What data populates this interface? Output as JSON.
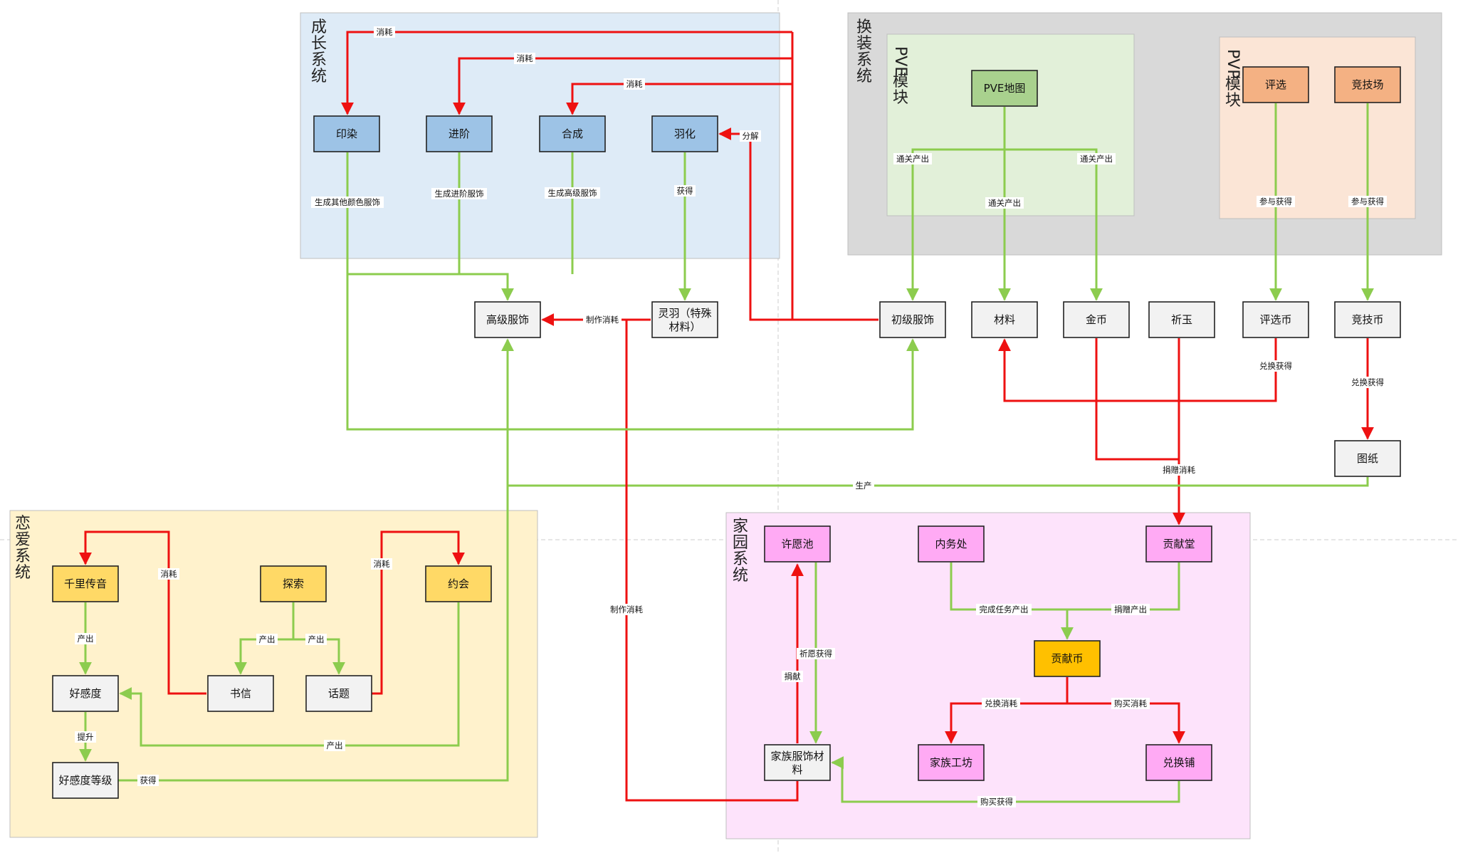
{
  "colors": {
    "red": "#ee1111",
    "green": "#8ccc4e",
    "blue_fill": "#9dc3e6",
    "orange_fill": "#f4b183",
    "green_fill": "#a9d18e",
    "yellow_fill": "#ffd966",
    "pink_fill": "#ffaaf4",
    "gold_fill": "#ffc000",
    "gray_fill": "#f2f2f2"
  },
  "groups": [
    {
      "id": "growth",
      "title": "成长系统",
      "fill": "#deebf7"
    },
    {
      "id": "dress",
      "title": "换装系统",
      "fill": "#d9d9d9"
    },
    {
      "id": "pve",
      "title": "PVE模块",
      "fill": "#e2f0d9"
    },
    {
      "id": "pvp",
      "title": "PVP模块",
      "fill": "#fbe5d6"
    },
    {
      "id": "love",
      "title": "恋爱系统",
      "fill": "#fff2cc"
    },
    {
      "id": "home",
      "title": "家园系统",
      "fill": "#fde3fb"
    }
  ],
  "nodes": [
    {
      "id": "dye",
      "label": "印染",
      "style": "blue"
    },
    {
      "id": "advance",
      "label": "进阶",
      "style": "blue"
    },
    {
      "id": "synth",
      "label": "合成",
      "style": "blue"
    },
    {
      "id": "feather",
      "label": "羽化",
      "style": "blue"
    },
    {
      "id": "pvemap",
      "label": "PVE地图",
      "style": "green"
    },
    {
      "id": "select",
      "label": "评选",
      "style": "orange"
    },
    {
      "id": "arena",
      "label": "竞技场",
      "style": "orange"
    },
    {
      "id": "advdress",
      "label": "高级服饰",
      "style": "gray"
    },
    {
      "id": "lingyu",
      "label": "灵羽（特殊",
      "label2": "材料）",
      "style": "gray"
    },
    {
      "id": "basicdress",
      "label": "初级服饰",
      "style": "gray"
    },
    {
      "id": "material",
      "label": "材料",
      "style": "gray"
    },
    {
      "id": "gold",
      "label": "金币",
      "style": "gray"
    },
    {
      "id": "qiyu",
      "label": "祈玉",
      "style": "gray"
    },
    {
      "id": "selcoin",
      "label": "评选币",
      "style": "gray"
    },
    {
      "id": "arenacoin",
      "label": "竞技币",
      "style": "gray"
    },
    {
      "id": "blueprint",
      "label": "图纸",
      "style": "gray"
    },
    {
      "id": "qianli",
      "label": "千里传音",
      "style": "yellow"
    },
    {
      "id": "explore",
      "label": "探索",
      "style": "yellow"
    },
    {
      "id": "date",
      "label": "约会",
      "style": "yellow"
    },
    {
      "id": "favor",
      "label": "好感度",
      "style": "gray"
    },
    {
      "id": "letter",
      "label": "书信",
      "style": "gray"
    },
    {
      "id": "topic",
      "label": "话题",
      "style": "gray"
    },
    {
      "id": "favorlv",
      "label": "好感度等级",
      "style": "gray"
    },
    {
      "id": "wishpool",
      "label": "许愿池",
      "style": "pink"
    },
    {
      "id": "affairs",
      "label": "内务处",
      "style": "pink"
    },
    {
      "id": "tribute",
      "label": "贡献堂",
      "style": "pink"
    },
    {
      "id": "contrib",
      "label": "贡献币",
      "style": "gold"
    },
    {
      "id": "familymat",
      "label": "家族服饰材",
      "label2": "料",
      "style": "gray"
    },
    {
      "id": "workshop",
      "label": "家族工坊",
      "style": "pink"
    },
    {
      "id": "exchange",
      "label": "兑换铺",
      "style": "pink"
    }
  ],
  "edges": [
    {
      "id": "e-consume-dye",
      "color": "red",
      "label": "消耗"
    },
    {
      "id": "e-consume-advance",
      "color": "red",
      "label": "消耗"
    },
    {
      "id": "e-consume-synth",
      "color": "red",
      "label": "消耗"
    },
    {
      "id": "e-decompose",
      "color": "red",
      "label": "分解"
    },
    {
      "id": "e-dye-out",
      "color": "green",
      "label": "生成其他颜色服饰"
    },
    {
      "id": "e-advance-out",
      "color": "green",
      "label": "生成进阶服饰"
    },
    {
      "id": "e-synth-out",
      "color": "green",
      "label": "生成高级服饰"
    },
    {
      "id": "e-feather-get",
      "color": "green",
      "label": "获得"
    },
    {
      "id": "e-craft-consume-adv",
      "color": "red",
      "label": "制作消耗"
    },
    {
      "id": "e-pve-left",
      "color": "green",
      "label": "通关产出"
    },
    {
      "id": "e-pve-right",
      "color": "green",
      "label": "通关产出"
    },
    {
      "id": "e-pve-mid",
      "color": "green",
      "label": "通关产出"
    },
    {
      "id": "e-select-join",
      "color": "green",
      "label": "参与获得"
    },
    {
      "id": "e-arena-join",
      "color": "green",
      "label": "参与获得"
    },
    {
      "id": "e-selcoin-ex",
      "color": "red",
      "label": "兑换获得"
    },
    {
      "id": "e-arenacoin-ex",
      "color": "red",
      "label": "兑换获得"
    },
    {
      "id": "e-donate-consume",
      "color": "red",
      "label": "捐赠消耗"
    },
    {
      "id": "e-produce",
      "color": "green",
      "label": "生产"
    },
    {
      "id": "e-craft-consume-fam",
      "color": "red",
      "label": "制作消耗"
    },
    {
      "id": "e-qianli-out",
      "color": "green",
      "label": "产出"
    },
    {
      "id": "e-letter-consume",
      "color": "red",
      "label": "消耗"
    },
    {
      "id": "e-explore-out-a",
      "color": "green",
      "label": "产出"
    },
    {
      "id": "e-explore-out-b",
      "color": "green",
      "label": "产出"
    },
    {
      "id": "e-topic-consume",
      "color": "red",
      "label": "消耗"
    },
    {
      "id": "e-date-out",
      "color": "green",
      "label": "产出"
    },
    {
      "id": "e-favor-up",
      "color": "green",
      "label": "提升"
    },
    {
      "id": "e-favorlv-get",
      "color": "green",
      "label": "获得"
    },
    {
      "id": "e-wish-get",
      "color": "green",
      "label": "祈愿获得"
    },
    {
      "id": "e-donate",
      "color": "red",
      "label": "捐献"
    },
    {
      "id": "e-task-out",
      "color": "green",
      "label": "完成任务产出"
    },
    {
      "id": "e-donate-out",
      "color": "green",
      "label": "捐赠产出"
    },
    {
      "id": "e-ex-consume",
      "color": "red",
      "label": "兑换消耗"
    },
    {
      "id": "e-buy-consume",
      "color": "red",
      "label": "购买消耗"
    },
    {
      "id": "e-buy-get",
      "color": "green",
      "label": "购买获得"
    },
    {
      "id": "e-basic-consume",
      "color": "red",
      "label": ""
    }
  ]
}
